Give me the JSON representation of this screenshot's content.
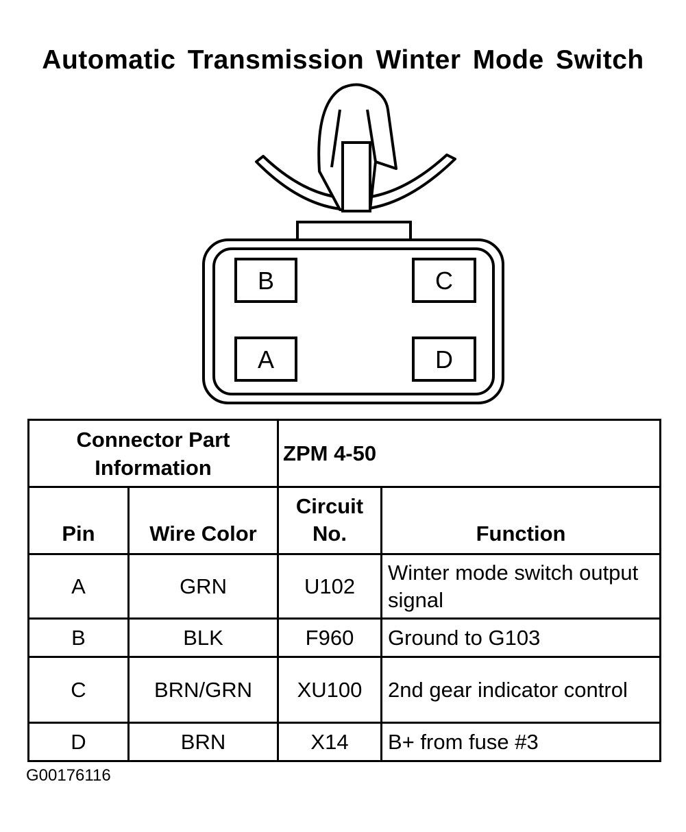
{
  "title": "Automatic Transmission Winter Mode Switch",
  "connector": {
    "pins": [
      "B",
      "C",
      "A",
      "D"
    ]
  },
  "table": {
    "part_info_label": "Connector Part Information",
    "part_info_value": "ZPM 4-50",
    "headers": {
      "pin": "Pin",
      "wire_color": "Wire Color",
      "circuit_no": "Circuit No.",
      "function": "Function"
    },
    "rows": [
      {
        "pin": "A",
        "wire_color": "GRN",
        "circuit": "U102",
        "function": "Winter mode switch output signal"
      },
      {
        "pin": "B",
        "wire_color": "BLK",
        "circuit": "F960",
        "function": "Ground to G103"
      },
      {
        "pin": "C",
        "wire_color": "BRN/GRN",
        "circuit": "XU100",
        "function": "2nd gear indicator control"
      },
      {
        "pin": "D",
        "wire_color": "BRN",
        "circuit": "X14",
        "function": "B+ from fuse #3"
      }
    ]
  },
  "figure_id": "G00176116"
}
